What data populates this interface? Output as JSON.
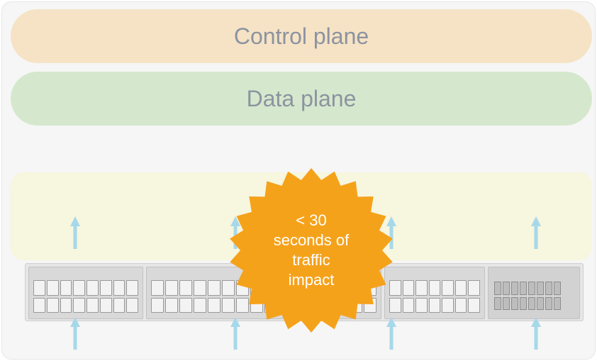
{
  "bands": {
    "control_plane": "Control plane",
    "data_plane": "Data plane"
  },
  "callout": {
    "line1": "< 30",
    "line2": "seconds of",
    "line3": "traffic",
    "line4": "impact"
  },
  "colors": {
    "control_plane_fill": "#f6e3c5",
    "data_plane_fill": "#d5e8cd",
    "hardware_layer_fill": "#f7f6de",
    "arrow": "#a7d8ea",
    "callout_fill": "#f5a21b",
    "label_text": "#8c93a0"
  },
  "icons": {
    "arrow": "arrow-up-icon",
    "callout": "starburst-icon",
    "device": "network-switch-icon"
  }
}
